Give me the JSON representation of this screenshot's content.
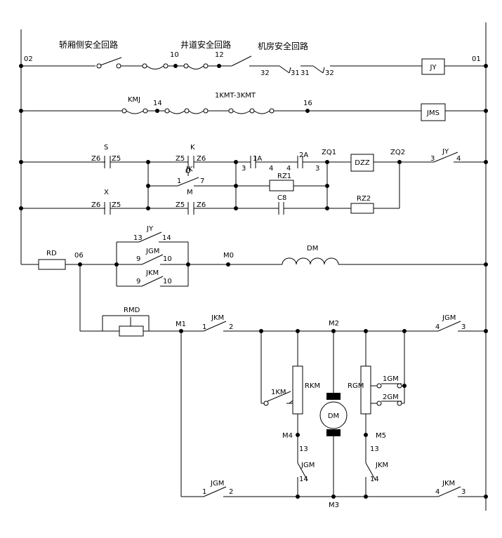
{
  "sections": {
    "car_door": "轿厢侧安全回路",
    "shaft": "井道安全回路",
    "machine_room": "机房安全回路"
  },
  "nodes": {
    "n02": "02",
    "n01": "01",
    "n10": "10",
    "n12": "12",
    "n14": "14",
    "n16": "16",
    "nZQ1": "ZQ1",
    "nZQ2": "ZQ2",
    "n06": "06",
    "nM0": "M0",
    "nM1": "M1",
    "nM2": "M2",
    "nM3": "M3",
    "nM4": "M4",
    "nM5": "M5"
  },
  "components": {
    "JY": "JY",
    "JMS": "JMS",
    "KMJ": "KMJ",
    "KMT": "1KMT-3KMT",
    "DZZ": "DZZ",
    "RZ1": "RZ1",
    "RZ2": "RZ2",
    "C8": "C8",
    "RD": "RD",
    "DM": "DM",
    "RMD": "RMD",
    "RKM": "RKM",
    "RGM": "RGM",
    "DM_motor": "DM"
  },
  "contacts": {
    "S": "S",
    "X": "X",
    "K": "K",
    "JK": "JK",
    "M": "M",
    "A1": "1A",
    "A2": "2A",
    "JY": "JY",
    "JGM": "JGM",
    "JKM": "JKM",
    "KM1": "1KM",
    "GM1": "1GM",
    "GM2": "2GM"
  },
  "pins": {
    "z5": "Z5",
    "z6": "Z6",
    "p1": "1",
    "p2": "2",
    "p3": "3",
    "p4": "4",
    "p7": "7",
    "p9": "9",
    "p10": "10",
    "p13": "13",
    "p14": "14",
    "p31": "31",
    "p32": "32"
  }
}
